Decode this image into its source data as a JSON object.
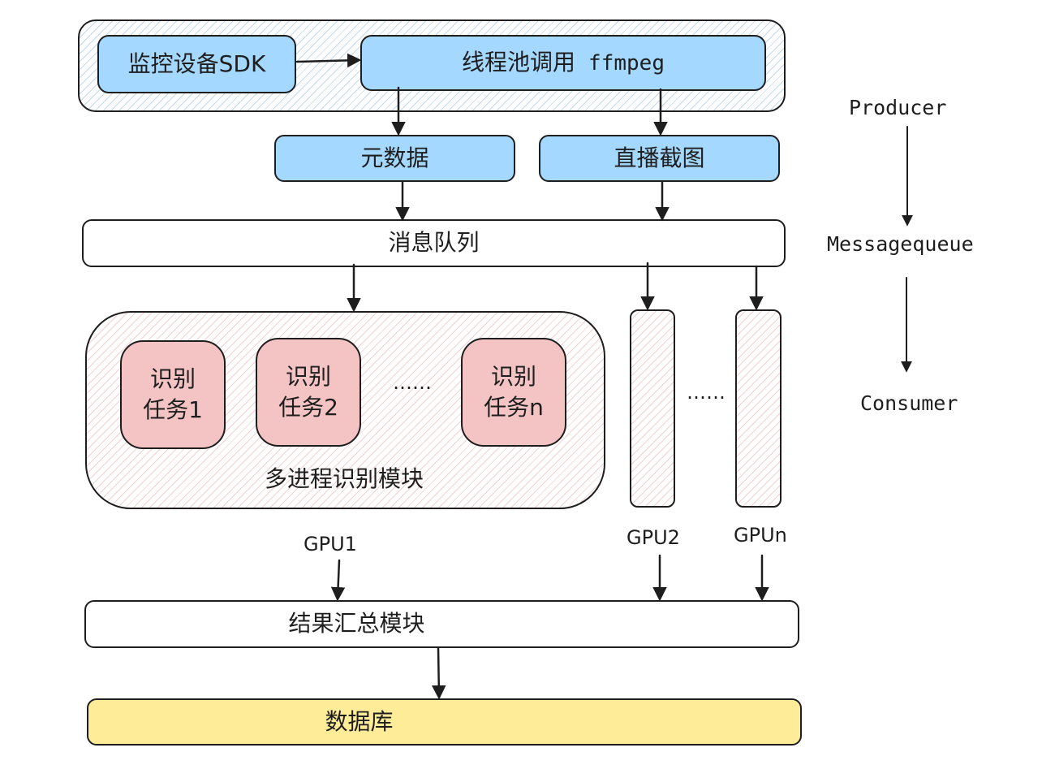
{
  "producer_group": {
    "sdk_label": "监控设备SDK",
    "threadpool_label_cn": "线程池调用",
    "threadpool_label_code": "ffmpeg"
  },
  "metadata_label": "元数据",
  "snapshot_label": "直播截图",
  "message_queue_label": "消息队列",
  "multiprocess_group": {
    "title": "多进程识别模块",
    "tasks": [
      {
        "line1": "识别",
        "line2": "任务1"
      },
      {
        "line1": "识别",
        "line2": "任务2"
      },
      {
        "line1": "识别",
        "line2": "任务n"
      }
    ],
    "tasks_ellipsis": "……"
  },
  "gpu_columns_ellipsis": "……",
  "gpu_labels": {
    "gpu1": "GPU1",
    "gpu2": "GPU2",
    "gpun": "GPUn"
  },
  "result_label": "结果汇总模块",
  "database_label": "数据库",
  "legend": {
    "producer": "Producer",
    "messagequeue": "Messagequeue",
    "consumer": "Consumer"
  },
  "colors": {
    "blue_fill": "#a5d8ff",
    "pink_fill": "#f4c4c4",
    "yellow_fill": "#ffec99",
    "stroke": "#1e1e1e"
  }
}
